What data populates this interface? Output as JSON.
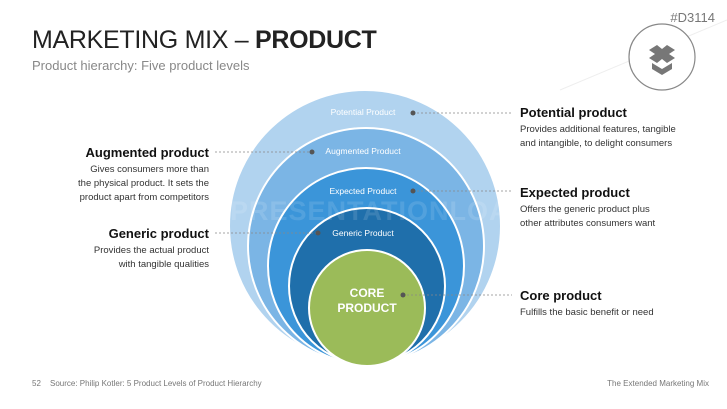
{
  "header": {
    "title_light": "MARKETING MIX – ",
    "title_bold": "PRODUCT",
    "subtitle": "Product hierarchy: Five product levels",
    "code": "#D3114",
    "icon": "box-icon"
  },
  "rings": [
    {
      "label": "Potential Product",
      "color": "#b1d3ef"
    },
    {
      "label": "Augmented Product",
      "color": "#7bb5e5"
    },
    {
      "label": "Expected Product",
      "color": "#3b95d9"
    },
    {
      "label": "Generic Product",
      "color": "#1f6fab"
    },
    {
      "label_line1": "CORE",
      "label_line2": "PRODUCT",
      "color": "#9bbb59"
    }
  ],
  "callouts": {
    "potential": {
      "title": "Potential product",
      "desc": [
        "Provides additional features, tangible",
        "and intangible, to delight consumers"
      ]
    },
    "augmented": {
      "title": "Augmented product",
      "desc": [
        "Gives consumers more than",
        "the physical product. It sets the",
        "product apart from competitors"
      ]
    },
    "expected": {
      "title": "Expected product",
      "desc": [
        "Offers the generic product plus",
        "other attributes consumers want"
      ]
    },
    "generic": {
      "title": "Generic product",
      "desc": [
        "Provides the actual product",
        "with tangible qualities"
      ]
    },
    "core": {
      "title": "Core product",
      "desc": [
        "Fulfills the basic benefit or need"
      ]
    }
  },
  "watermark": "PRESENTATIONLOAD",
  "footer": {
    "page": "52",
    "source": "Source: Philip Kotler: 5 Product Levels of Product Hierarchy",
    "right": "The Extended Marketing Mix"
  }
}
